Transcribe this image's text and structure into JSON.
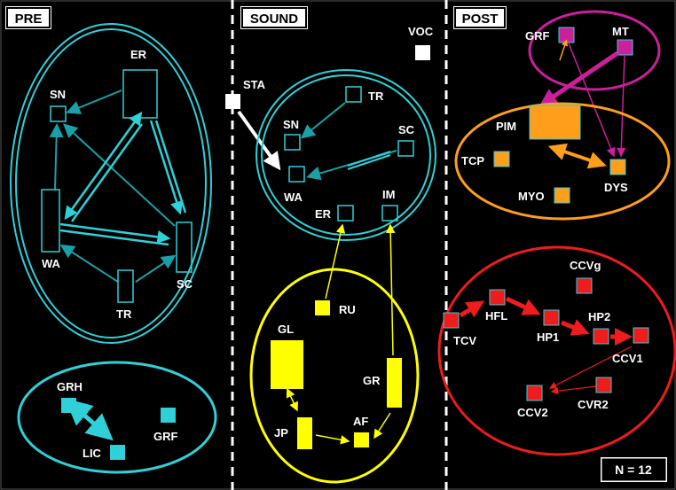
{
  "sections": {
    "pre": "PRE",
    "sound": "SOUND",
    "post": "POST"
  },
  "sample_size": "N = 12",
  "colors": {
    "cyan": "#2fd0d8",
    "teal": "#1aa0a8",
    "yellow": "#ffff00",
    "orange": "#ff9e1b",
    "magenta": "#cc1f9c",
    "red": "#ee1c1c",
    "white": "#ffffff"
  },
  "nodes": {
    "pre_sn": "SN",
    "pre_er": "ER",
    "pre_wa": "WA",
    "pre_tr": "TR",
    "pre_sc": "SC",
    "grh": "GRH",
    "lic": "LIC",
    "pre_grf": "GRF",
    "voc": "VOC",
    "sta": "STA",
    "snd_tr": "TR",
    "snd_sn": "SN",
    "snd_sc": "SC",
    "snd_wa": "WA",
    "snd_er": "ER",
    "snd_im": "IM",
    "ru": "RU",
    "gl": "GL",
    "gr": "GR",
    "jp": "JP",
    "af": "AF",
    "post_grf": "GRF",
    "mt": "MT",
    "pim": "PIM",
    "tcp": "TCP",
    "dys": "DYS",
    "myo": "MYO",
    "ccvg": "CCVg",
    "tcv": "TCV",
    "hfl": "HFL",
    "hp1": "HP1",
    "hp2": "HP2",
    "ccv1": "CCV1",
    "ccv2": "CCV2",
    "cvr2": "CVR2"
  }
}
